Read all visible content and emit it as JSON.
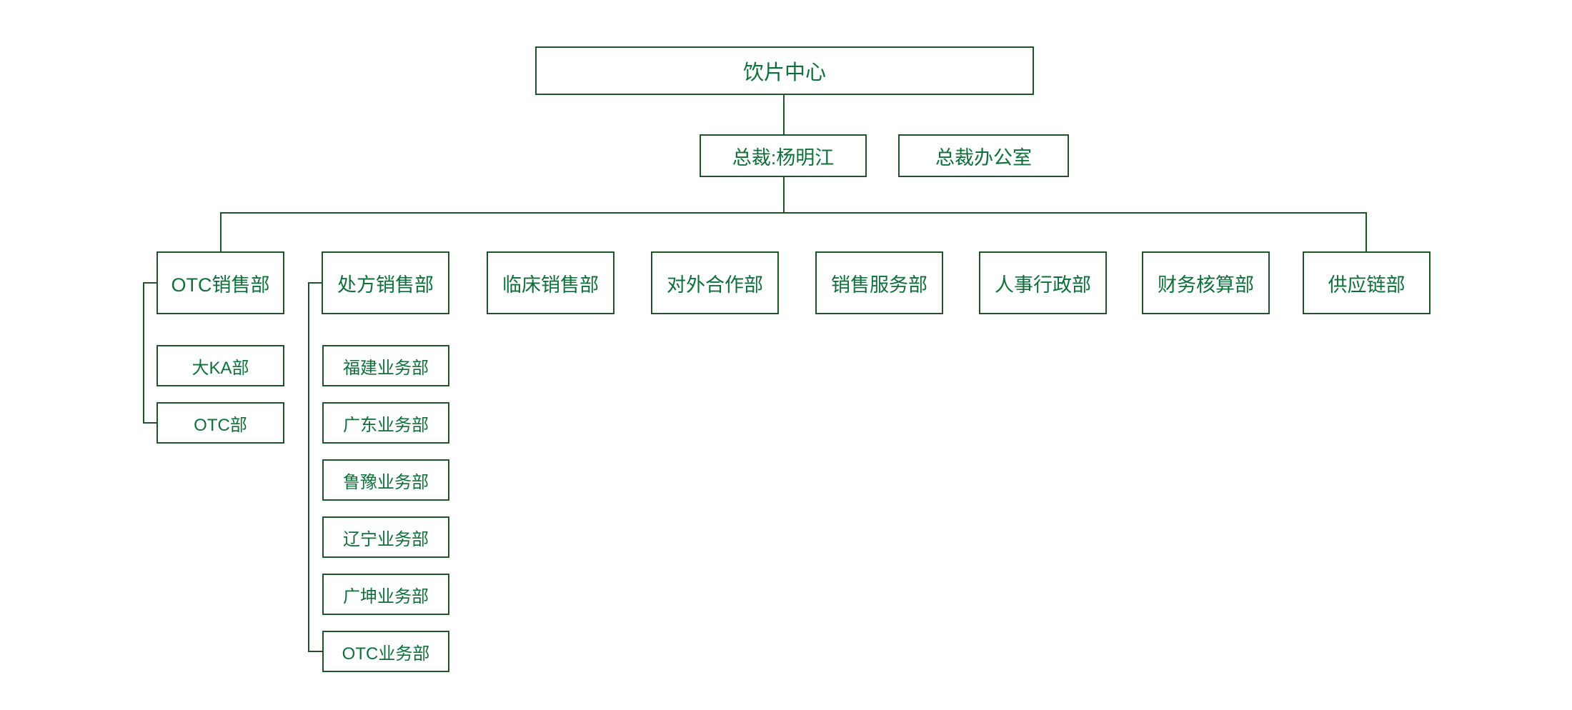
{
  "colors": {
    "border": "#21522c",
    "line": "#21522c",
    "text": "#0f6f3a",
    "background": "#ffffff"
  },
  "org": {
    "root": "饮片中心",
    "president": "总裁:杨明江",
    "president_office": "总裁办公室",
    "departments": [
      {
        "label": "OTC销售部",
        "children": [
          "大KA部",
          "OTC部"
        ]
      },
      {
        "label": "处方销售部",
        "children": [
          "福建业务部",
          "广东业务部",
          "鲁豫业务部",
          "辽宁业务部",
          "广坤业务部",
          "OTC业务部"
        ]
      },
      {
        "label": "临床销售部",
        "children": []
      },
      {
        "label": "对外合作部",
        "children": []
      },
      {
        "label": "销售服务部",
        "children": []
      },
      {
        "label": "人事行政部",
        "children": []
      },
      {
        "label": "财务核算部",
        "children": []
      },
      {
        "label": "供应链部",
        "children": []
      }
    ]
  }
}
